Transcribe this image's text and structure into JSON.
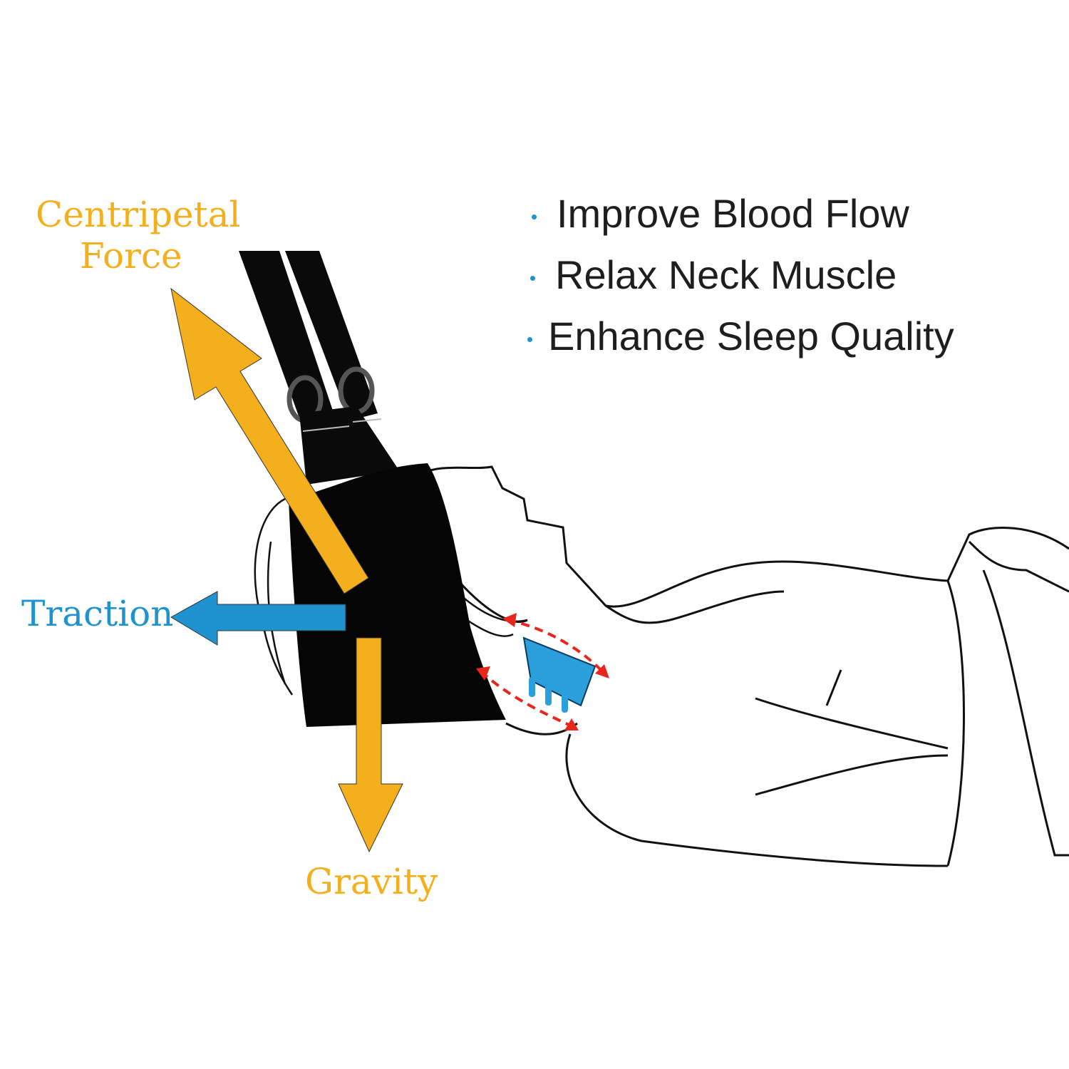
{
  "labels": {
    "centripetal_line1": "Centripetal",
    "centripetal_line2": "Force",
    "traction": "Traction",
    "gravity": "Gravity"
  },
  "benefits": [
    "Improve Blood Flow",
    "Relax Neck Muscle",
    "Enhance Sleep Quality"
  ],
  "colors": {
    "force_yellow": "#f4b01c",
    "traction_blue": "#1f93cf",
    "spine_blue": "#2a9fdc",
    "stretch_red": "#e8261c"
  }
}
